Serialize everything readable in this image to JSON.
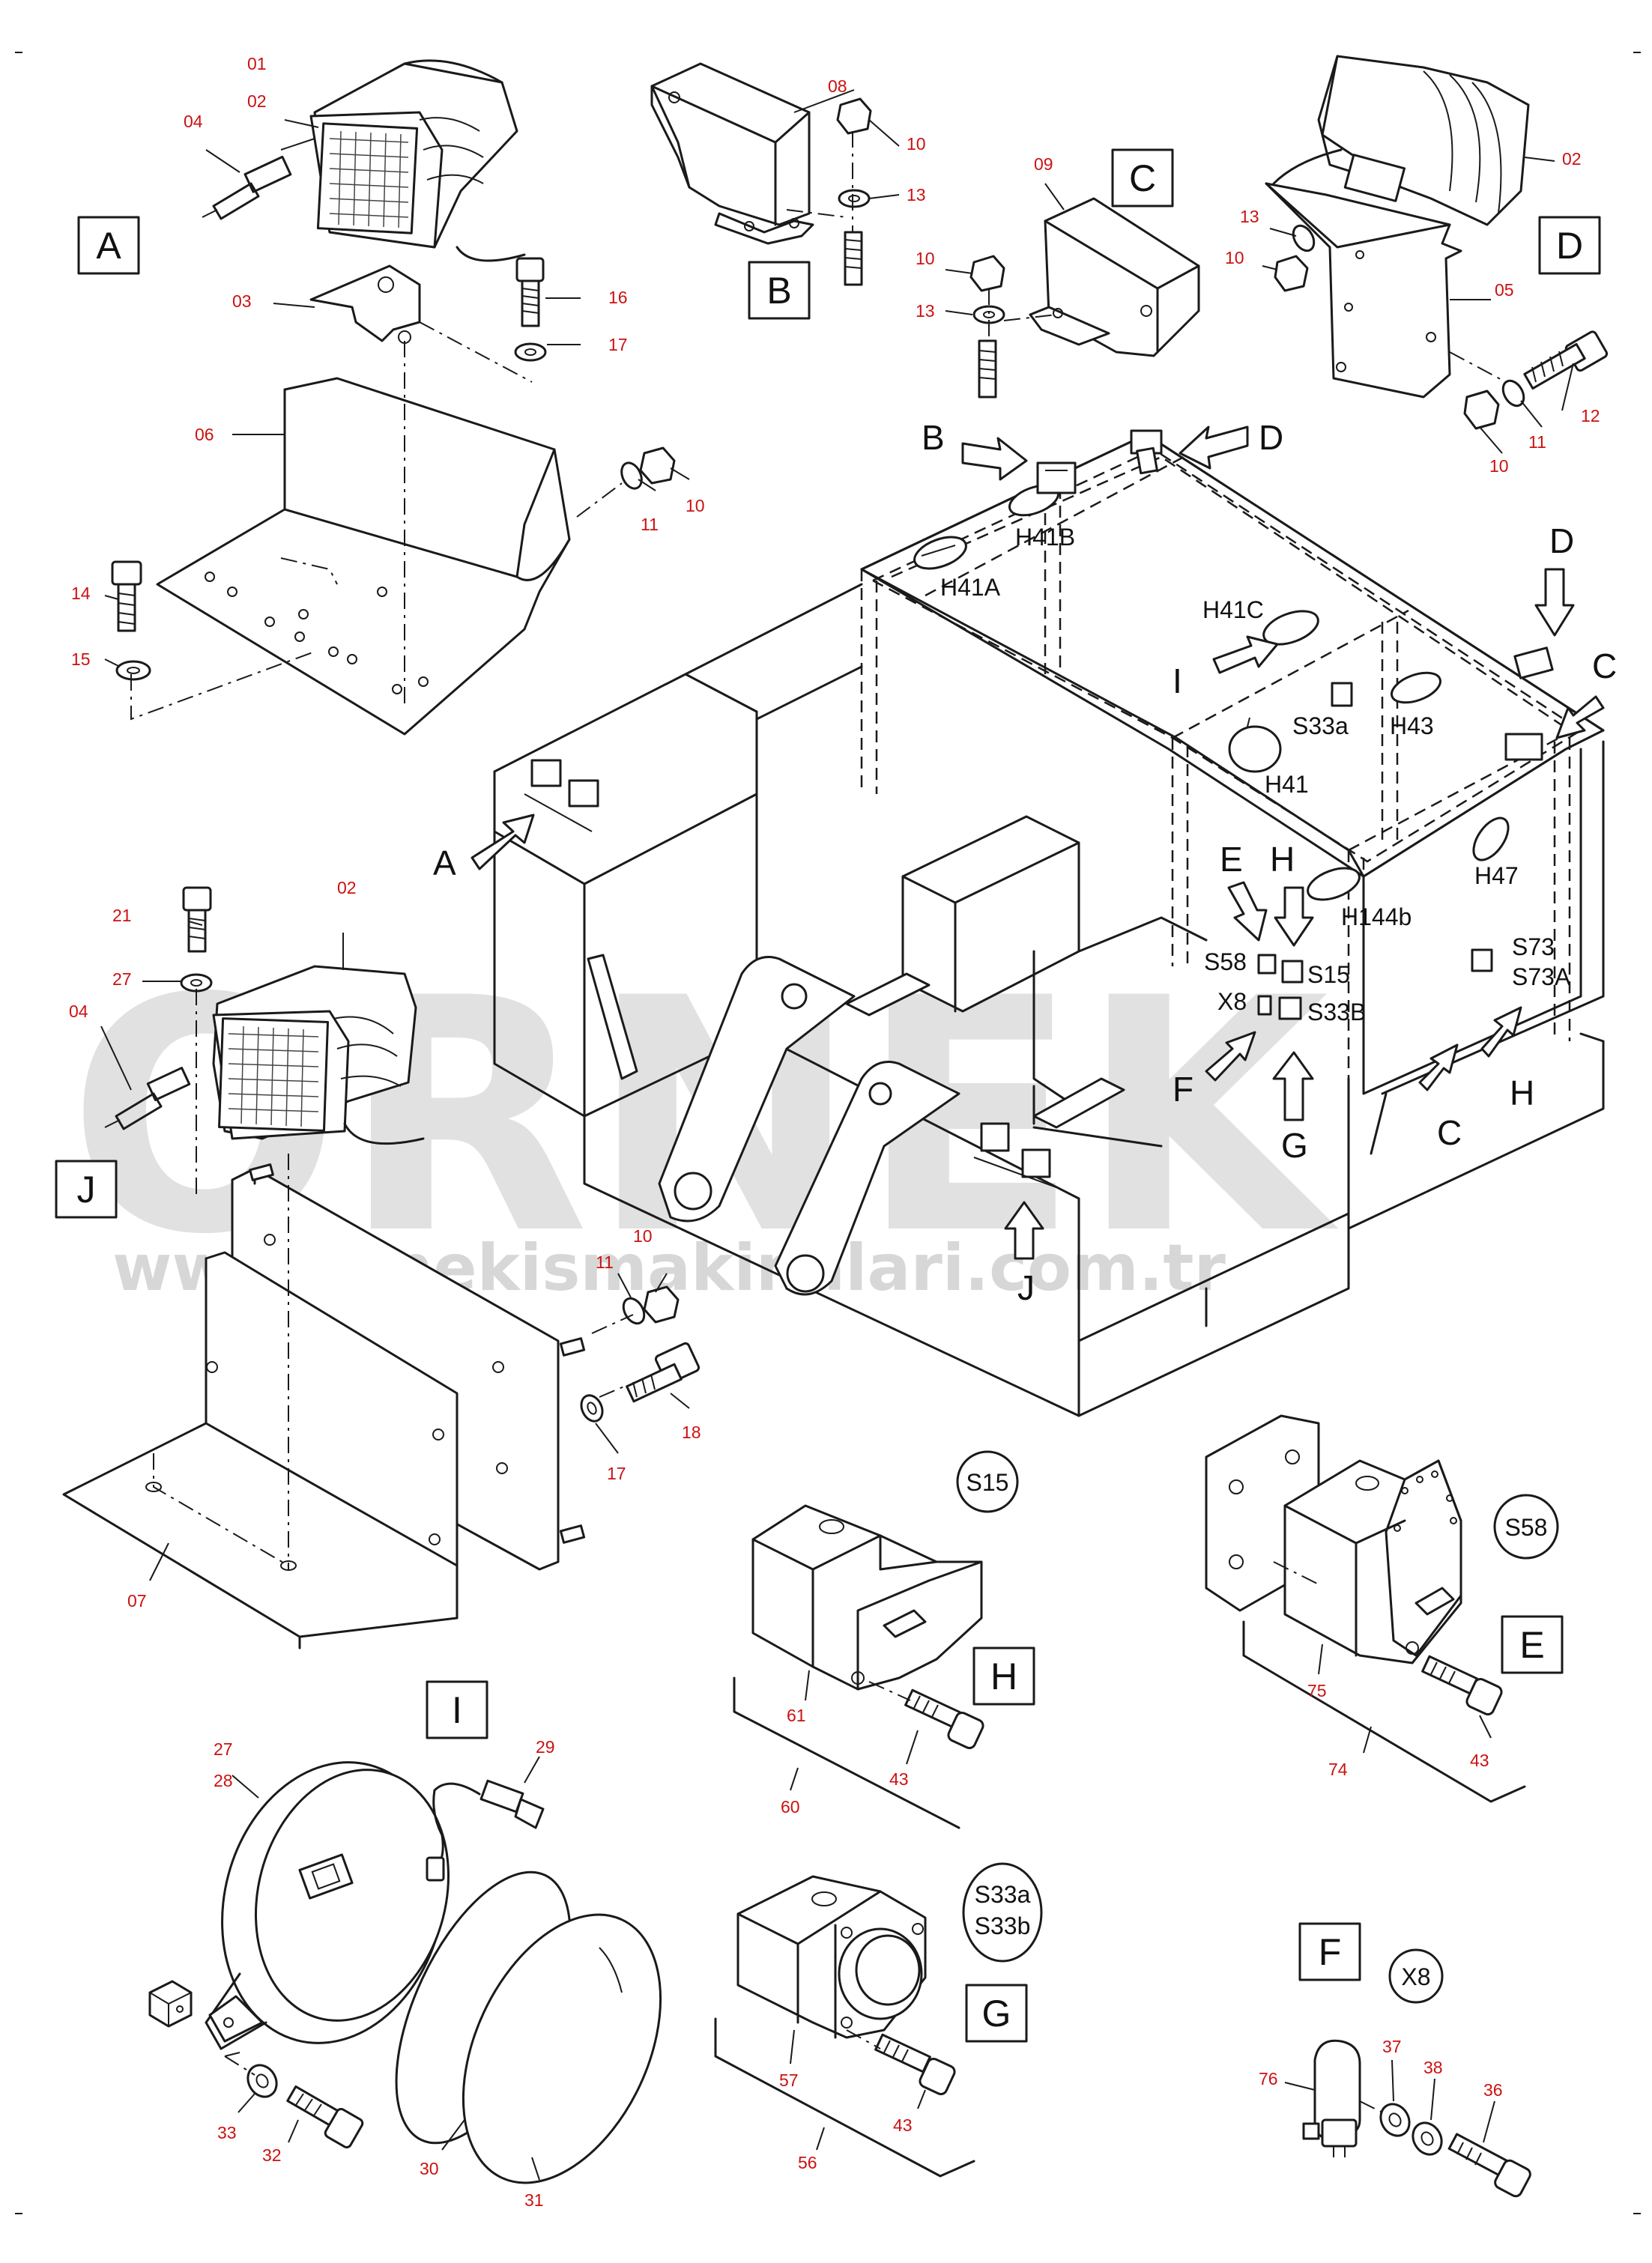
{
  "watermark": {
    "brand": "ORNEK",
    "url": "www.ornekismakinalari.com.tr"
  },
  "view_letters": {
    "A": "A",
    "B": "B",
    "C": "C",
    "D": "D",
    "E": "E",
    "F": "F",
    "G": "G",
    "H": "H",
    "I": "I",
    "J": "J"
  },
  "part_numbers": {
    "p01": "01",
    "p02": "02",
    "p03": "03",
    "p04": "04",
    "p05": "05",
    "p06": "06",
    "p07": "07",
    "p08": "08",
    "p09": "09",
    "p10": "10",
    "p11": "11",
    "p12": "12",
    "p13": "13",
    "p14": "14",
    "p15": "15",
    "p16": "16",
    "p17": "17",
    "p18": "18",
    "p21": "21",
    "p27": "27",
    "p28": "28",
    "p29": "29",
    "p30": "30",
    "p31": "31",
    "p32": "32",
    "p33": "33",
    "p36": "36",
    "p37": "37",
    "p38": "38",
    "p43": "43",
    "p56": "56",
    "p57": "57",
    "p60": "60",
    "p61": "61",
    "p74": "74",
    "p75": "75",
    "p76": "76"
  },
  "component_refs": {
    "H41": "H41",
    "H41A": "H41A",
    "H41B": "H41B",
    "H41C": "H41C",
    "H43": "H43",
    "H47": "H47",
    "H144b": "H144b",
    "S33a": "S33a",
    "S33B": "S33B",
    "S58": "S58",
    "S15": "S15",
    "S73": "S73",
    "S73A": "S73A",
    "X8": "X8"
  },
  "circle_labels": {
    "S15": "S15",
    "S58": "S58",
    "S33a": "S33a",
    "S33b": "S33b",
    "X8": "X8"
  }
}
